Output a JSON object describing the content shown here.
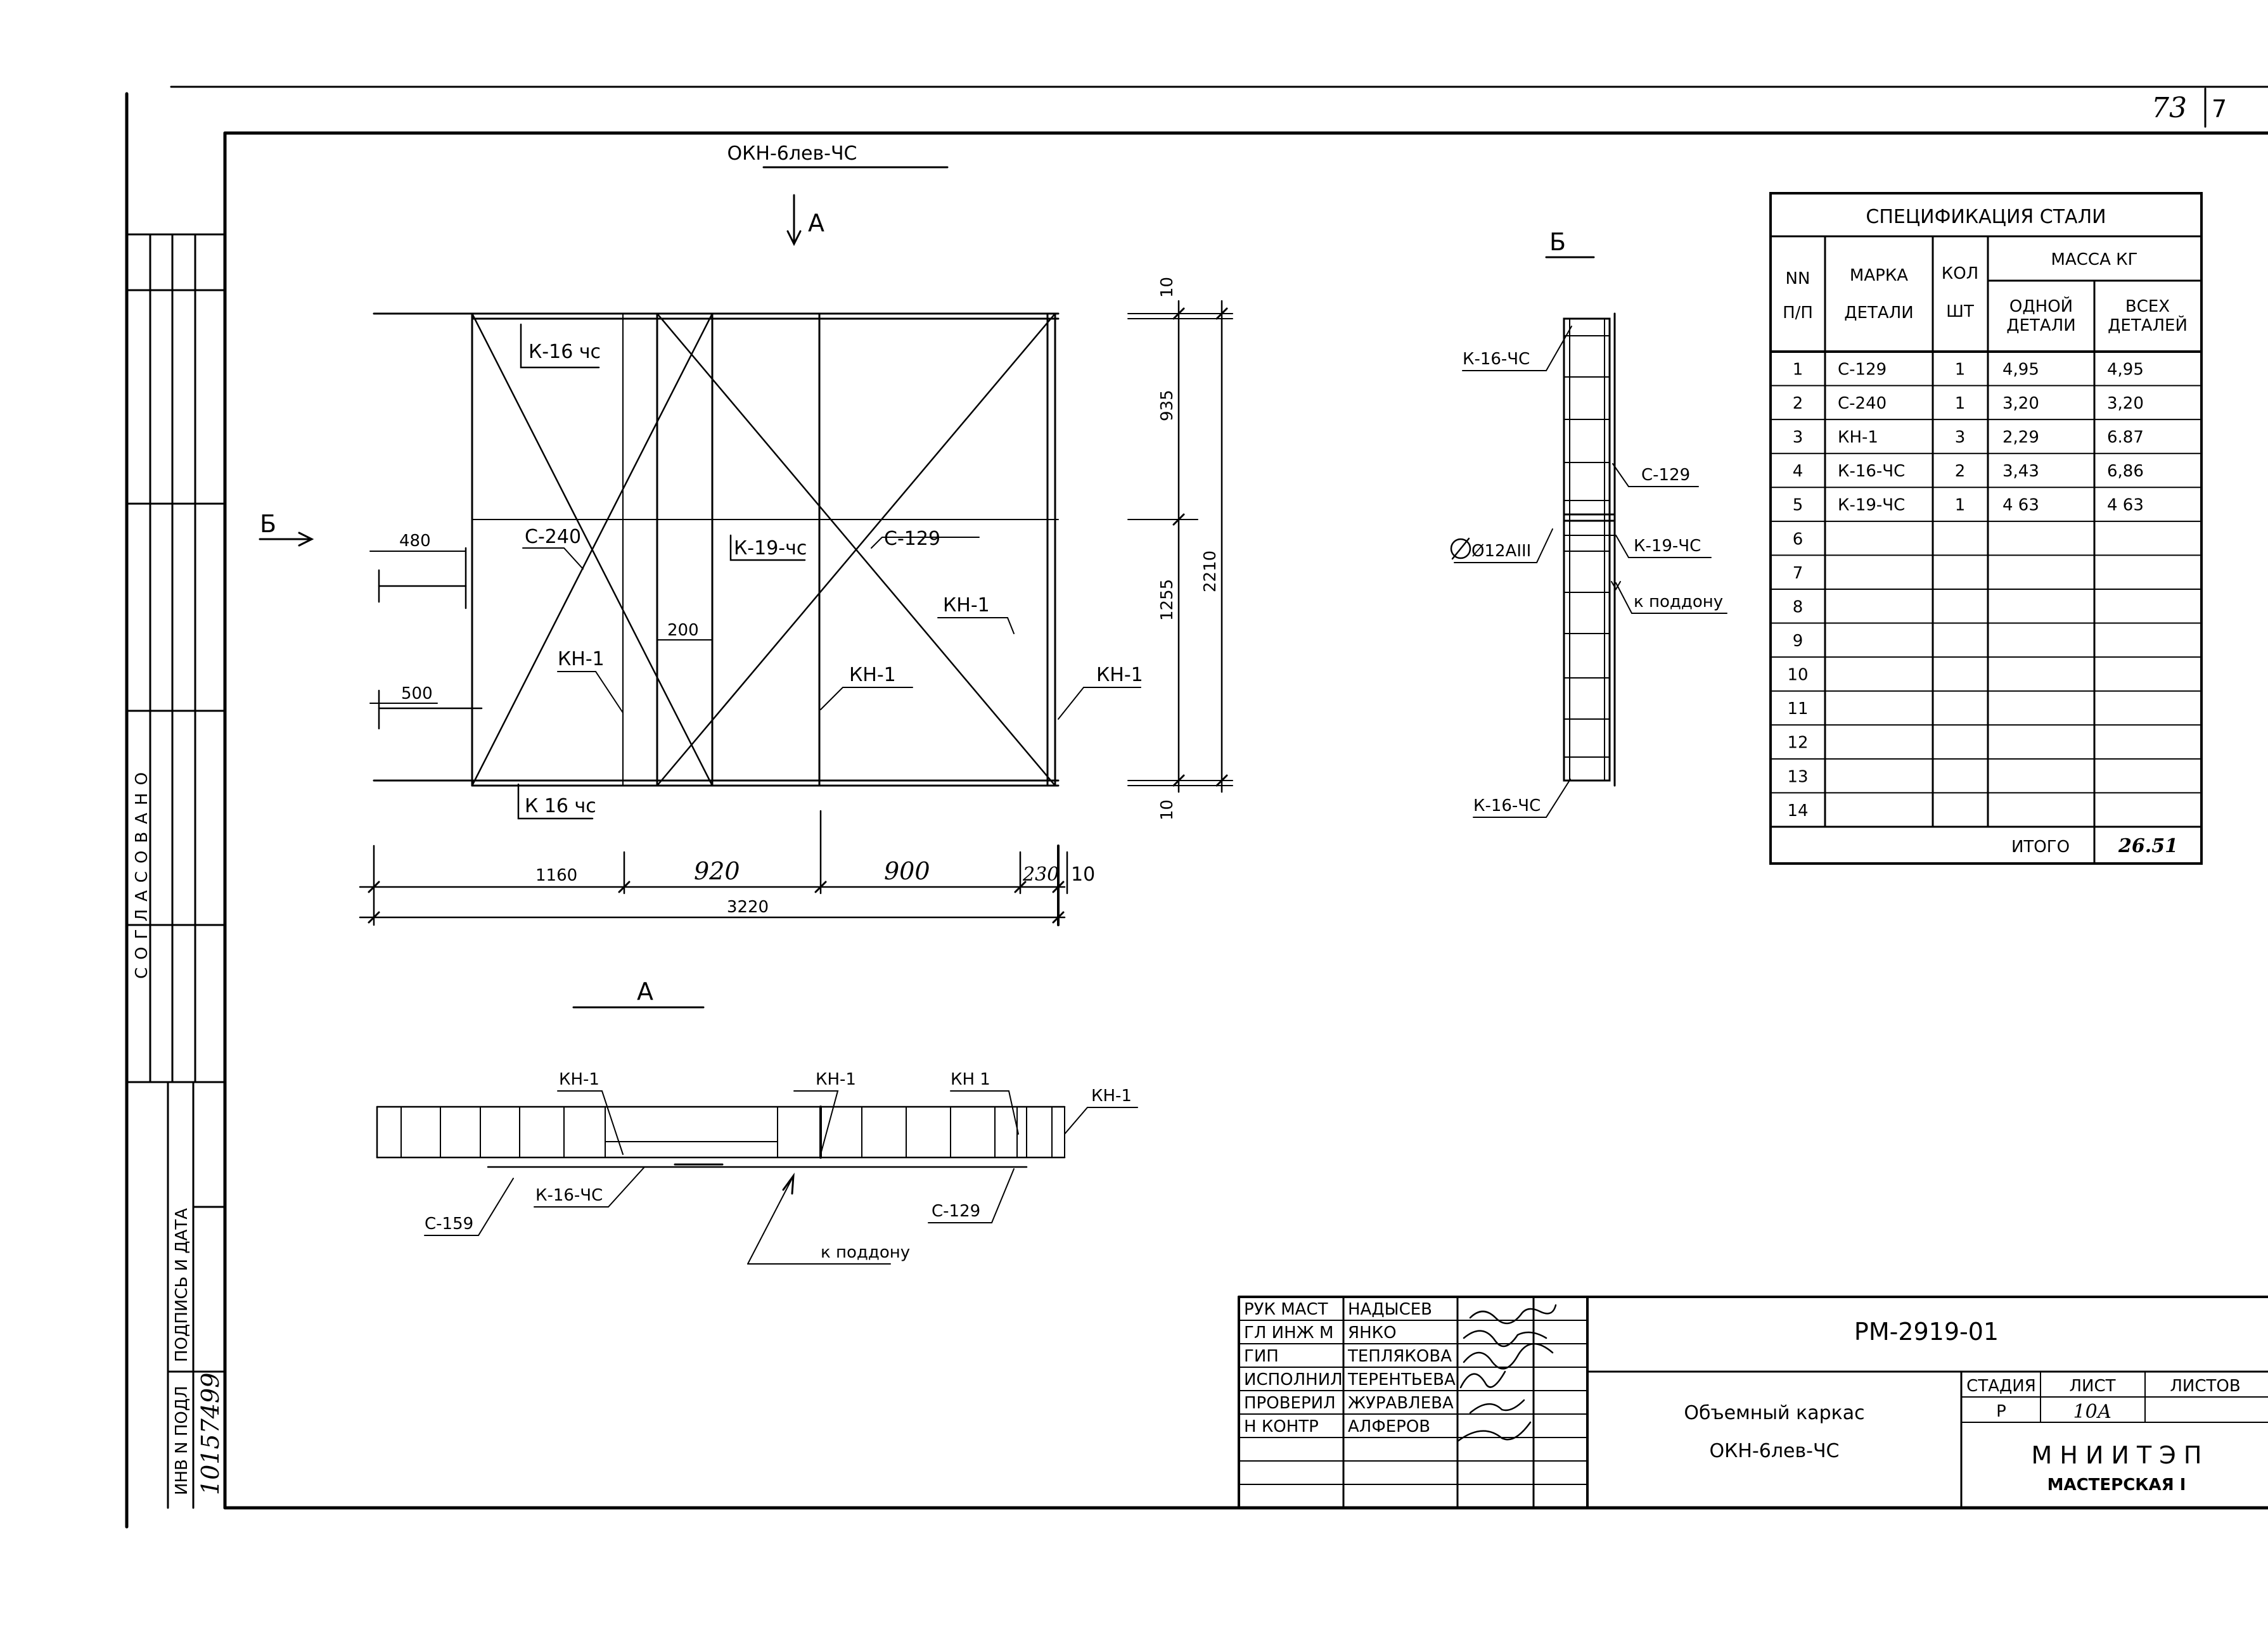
{
  "sheet": {
    "page_number": "73",
    "page_number_cut": "7",
    "approval_strip": "СОГЛАСОВАНО",
    "stamp_labels": {
      "inv_no": "ИНВ N ПОДЛ",
      "sign_date": "ПОДПИСЬ И ДАТА"
    },
    "inv_number": "10157499"
  },
  "main_view": {
    "title": "ОКН-6лев-ЧС",
    "arrow_a": "А",
    "arrow_b": "Б",
    "labels": {
      "k16_top": "К-16 чс",
      "k16_bottom": "К 16 чс",
      "c240": "С-240",
      "k19": "К-19-чс",
      "c129": "С-129",
      "kn1_left": "КН-1",
      "kn1_mid": "КН-1",
      "kn1_right_top": "КН-1",
      "kn1_right": "КН-1"
    },
    "dims": {
      "d480": "480",
      "d500": "500",
      "d200": "200",
      "d1160": "1160",
      "d920": "920",
      "d900": "900",
      "d230": "230",
      "d10h": "10",
      "d3220": "3220",
      "d10top": "10",
      "d935": "935",
      "d1255": "1255",
      "d10bot": "10",
      "d2210": "2210"
    }
  },
  "section_b": {
    "title": "Б",
    "k16_top": "К-16-ЧС",
    "c129": "С-129",
    "bar": "Ø12АIII",
    "k19": "К-19-ЧС",
    "to_pallet": "к поддону",
    "k16_bottom": "К-16-ЧС"
  },
  "section_a": {
    "title": "А",
    "kn1_a": "КН-1",
    "kn1_b": "КН-1",
    "kn1_c": "КН 1",
    "kn1_d": "КН-1",
    "c159": "С-159",
    "k16": "К-16-ЧС",
    "c129": "С-129",
    "to_pallet": "к поддону"
  },
  "spec": {
    "title": "СПЕЦИФИКАЦИЯ СТАЛИ",
    "headers": {
      "nn1": "NN",
      "nn2": "П/П",
      "mark1": "МАРКА",
      "mark2": "ДЕТАЛИ",
      "qty1": "КОЛ",
      "qty2": "ШТ",
      "mass": "МАССА КГ",
      "one1": "ОДНОЙ",
      "one2": "ДЕТАЛИ",
      "all1": "ВСЕХ",
      "all2": "ДЕТАЛЕЙ"
    },
    "rows": [
      [
        "1",
        "С-129",
        "1",
        "4,95",
        "4,95"
      ],
      [
        "2",
        "С-240",
        "1",
        "3,20",
        "3,20"
      ],
      [
        "3",
        "КН-1",
        "3",
        "2,29",
        "6.87"
      ],
      [
        "4",
        "К-16-ЧС",
        "2",
        "3,43",
        "6,86"
      ],
      [
        "5",
        "К-19-ЧС",
        "1",
        "4 63",
        "4 63"
      ],
      [
        "6",
        "",
        "",
        "",
        ""
      ],
      [
        "7",
        "",
        "",
        "",
        ""
      ],
      [
        "8",
        "",
        "",
        "",
        ""
      ],
      [
        "9",
        "",
        "",
        "",
        ""
      ],
      [
        "10",
        "",
        "",
        "",
        ""
      ],
      [
        "11",
        "",
        "",
        "",
        ""
      ],
      [
        "12",
        "",
        "",
        "",
        ""
      ],
      [
        "13",
        "",
        "",
        "",
        ""
      ],
      [
        "14",
        "",
        "",
        "",
        ""
      ]
    ],
    "total_label": "ИТОГО",
    "total_value": "26.51"
  },
  "title_block": {
    "staff": [
      {
        "role": "РУК МАСТ",
        "name": "НАДЫСЕВ"
      },
      {
        "role": "ГЛ ИНЖ М",
        "name": "ЯНКО"
      },
      {
        "role": "ГИП",
        "name": "ТЕПЛЯКОВА"
      },
      {
        "role": "ИСПОЛНИЛ",
        "name": "ТЕРЕНТЬЕВА"
      },
      {
        "role": "ПРОВЕРИЛ",
        "name": "ЖУРАВЛЕВА"
      },
      {
        "role": "Н КОНТР",
        "name": "АЛФЕРОВ"
      }
    ],
    "doc_code": "РМ-2919-01",
    "name_line1": "Объемный каркас",
    "name_line2": "ОКН-6лев-ЧС",
    "stage_label": "СТАДИЯ",
    "sheet_label": "ЛИСТ",
    "sheets_label": "ЛИСТОВ",
    "stage_value": "Р",
    "sheet_value": "10А",
    "org": "М Н И И Т Э П",
    "workshop": "МАСТЕРСКАЯ I"
  }
}
